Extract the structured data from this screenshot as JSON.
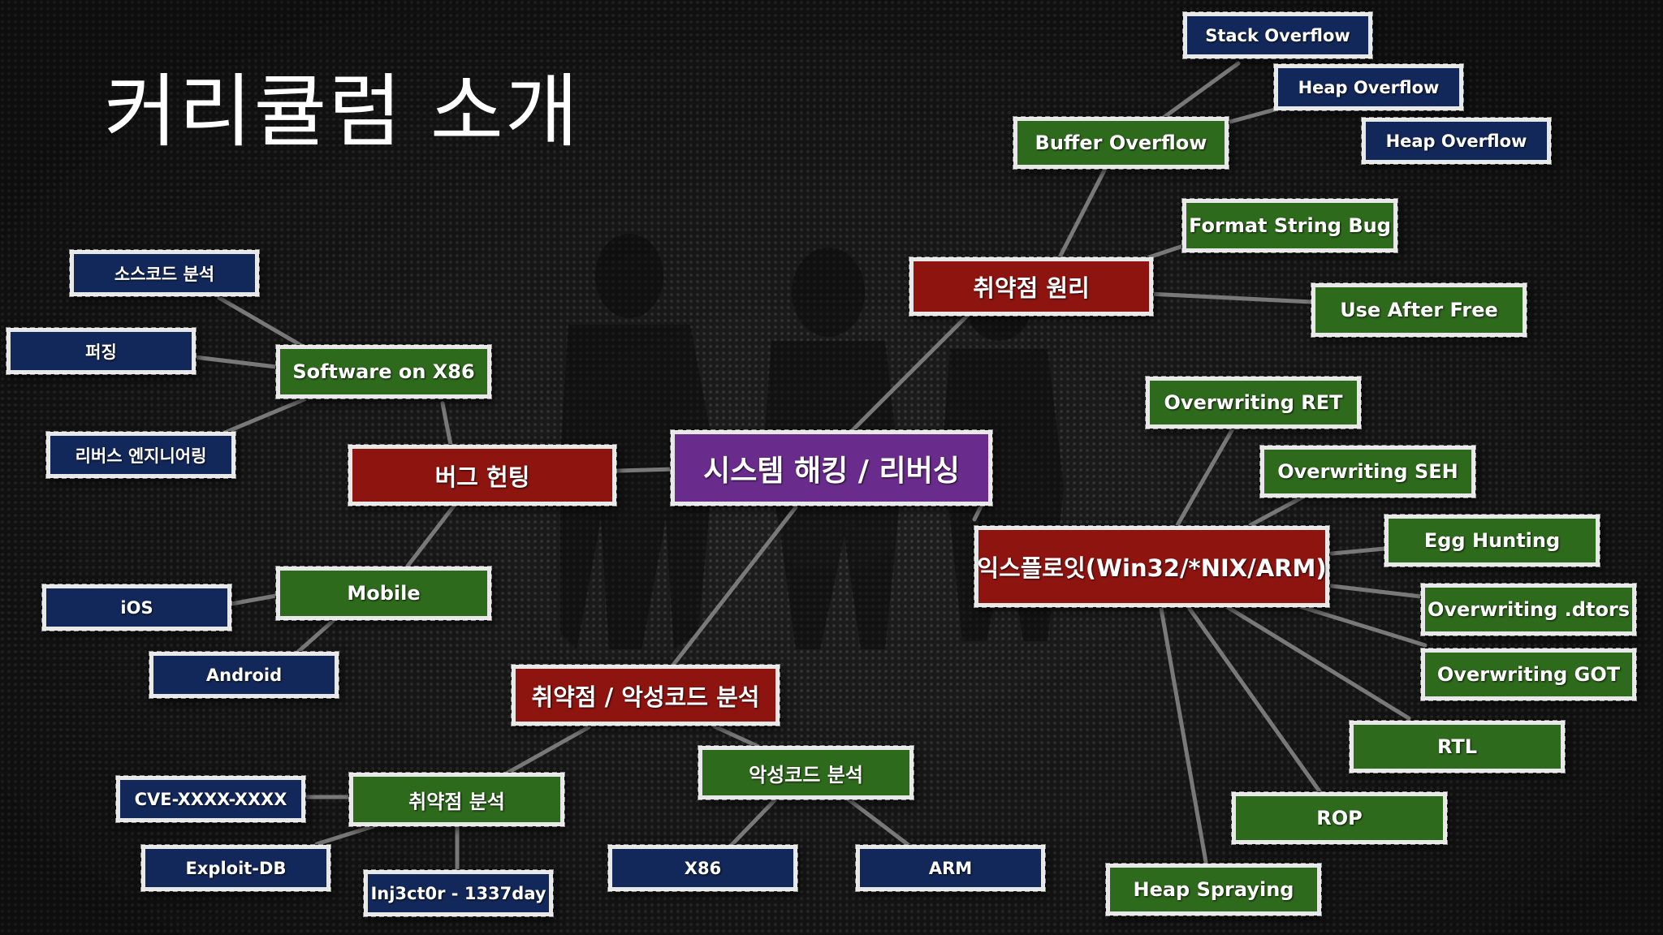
{
  "title": "커리큘럼 소개",
  "nodes": {
    "root": "시스템 해킹 / 리버싱",
    "bug_hunting": "버그 헌팅",
    "sw_x86": "Software on X86",
    "source_analysis": "소스코드 분석",
    "fuzzing": "퍼징",
    "reversing": "리버스 엔지니어링",
    "mobile": "Mobile",
    "ios": "iOS",
    "android": "Android",
    "vuln_malware": "취약점 / 악성코드 분석",
    "vuln_analysis": "취약점 분석",
    "cve": "CVE-XXXX-XXXX",
    "exploit_db": "Exploit-DB",
    "inj3ct0r": "Inj3ct0r - 1337day",
    "malware_analysis": "악성코드 분석",
    "x86": "X86",
    "arm": "ARM",
    "vuln_principles": "취약점 원리",
    "buffer_overflow": "Buffer Overflow",
    "stack_overflow": "Stack Overflow",
    "heap_overflow_1": "Heap Overflow",
    "heap_overflow_2": "Heap Overflow",
    "format_string": "Format String Bug",
    "use_after_free": "Use After Free",
    "exploit": "익스플로잇(Win32/*NIX/ARM)",
    "ow_ret": "Overwriting RET",
    "ow_seh": "Overwriting SEH",
    "egg_hunting": "Egg Hunting",
    "ow_dtors": "Overwriting .dtors",
    "ow_got": "Overwriting GOT",
    "rtl": "RTL",
    "rop": "ROP",
    "heap_spraying": "Heap Spraying"
  },
  "colors": {
    "root": "#6a2c8c",
    "category": "#8e1410",
    "topic": "#2e6a1c",
    "leaf": "#13285a",
    "connector": "#8a8a8a"
  }
}
